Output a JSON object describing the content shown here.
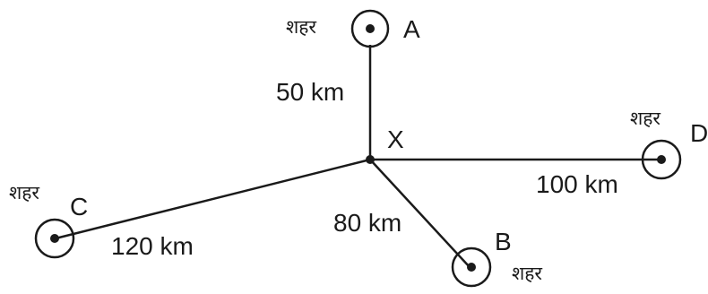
{
  "center": {
    "label": "X"
  },
  "cities": [
    {
      "id": "A",
      "label": "A",
      "word": "शहर"
    },
    {
      "id": "B",
      "label": "B",
      "word": "शहर"
    },
    {
      "id": "C",
      "label": "C",
      "word": "शहर"
    },
    {
      "id": "D",
      "label": "D",
      "word": "शहर"
    }
  ],
  "roads": [
    {
      "to": "A",
      "distance": "50 km"
    },
    {
      "to": "B",
      "distance": "80 km"
    },
    {
      "to": "C",
      "distance": "120 km"
    },
    {
      "to": "D",
      "distance": "100 km"
    }
  ]
}
